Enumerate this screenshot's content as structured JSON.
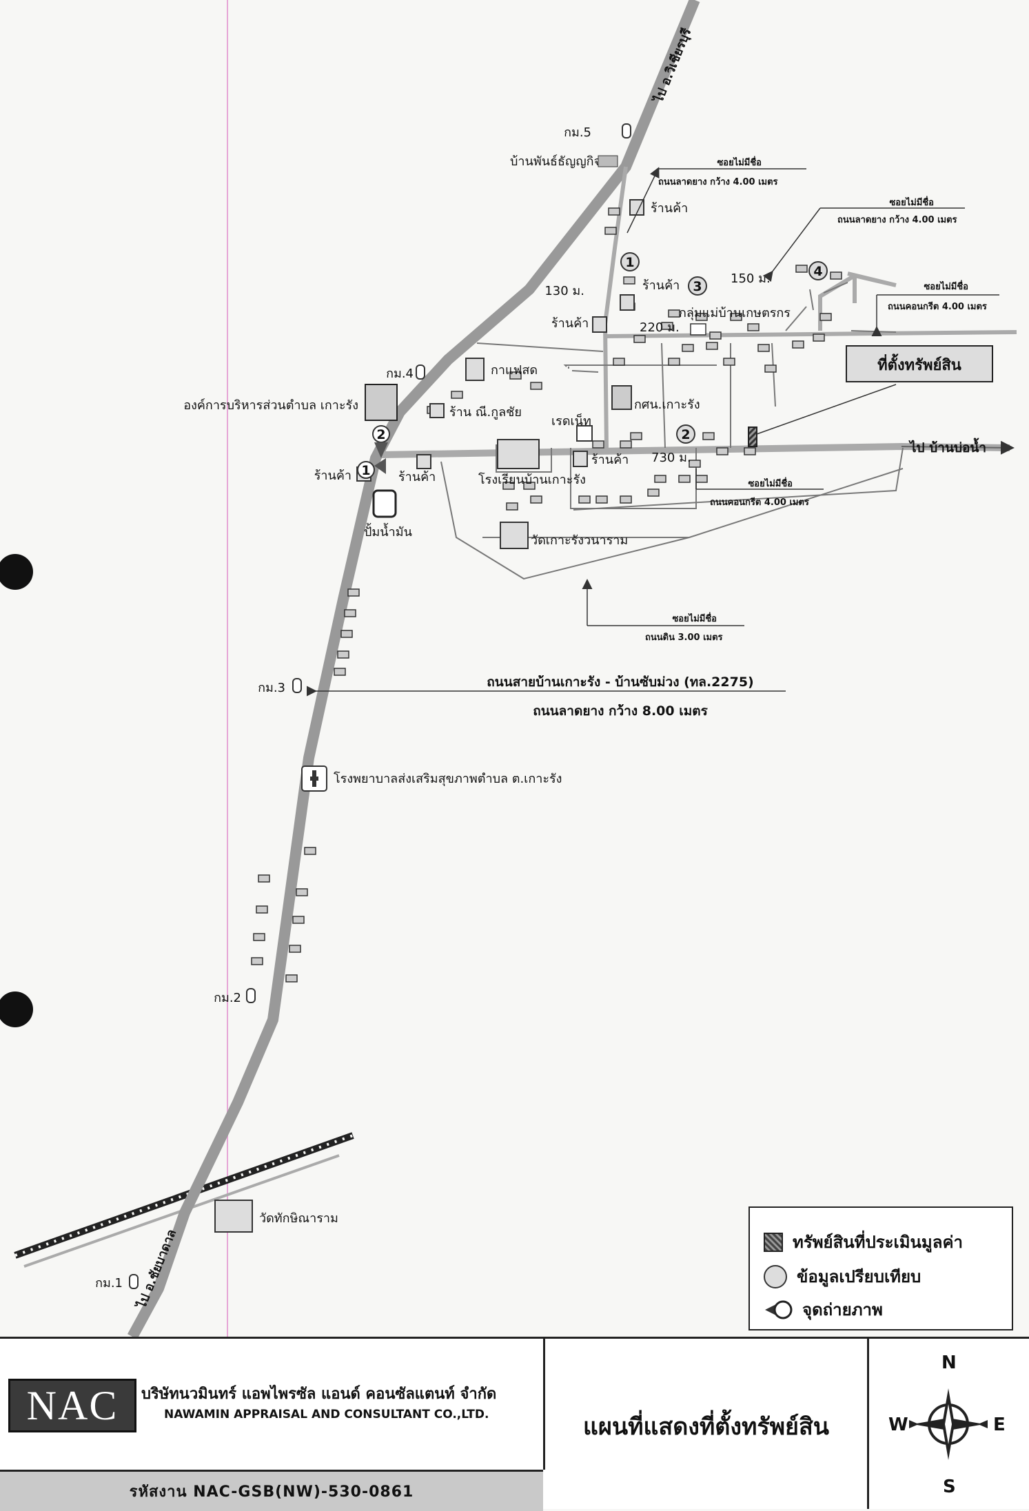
{
  "map": {
    "road_to_north": "ไป อ.วิเชียรบุรี",
    "road_to_south": "ไป อ.ชัยบาดาล",
    "road_to_east": "ไป บ้านบ่อน้ำ",
    "km_markers": [
      "กม.5",
      "กม.4",
      "กม.3",
      "กม.2",
      "กม.1"
    ],
    "places": {
      "ban_phan": "บ้านพันธ์ธัญญกิจ",
      "shop": "ร้านค้า",
      "shop_n_kunchai": "ร้าน ณี.กูลชัย",
      "coffee": "กาแฟสด",
      "tao": "องค์การบริหารส่วนตำบล เกาะรัง",
      "farm_group": "กลุ่มแม่บ้านเกษตรกร",
      "learning_center": "กศน.เกาะรัง",
      "internet": "เรดเน็ท",
      "school": "โรงเรียนบ้านเกาะรัง",
      "gas_station": "ปั้มน้ำมัน",
      "temple_korang": "วัดเกาะรังวนาราม",
      "hospital": "โรงพยาบาลส่งเสริมสุขภาพตำบล ต.เกาะรัง",
      "temple_thakkhin": "วัดทักษิณาราม",
      "property_label": "ที่ตั้งทรัพย์สิน"
    },
    "soi_notes": [
      {
        "name": "ซอยไม่มีชื่อ",
        "desc": "ถนนลาดยาง กว้าง 4.00 เมตร"
      },
      {
        "name": "ซอยไม่มีชื่อ",
        "desc": "ถนนลาดยาง กว้าง 4.00 เมตร"
      },
      {
        "name": "ซอยไม่มีชื่อ",
        "desc": "ถนนคอนกรีต 4.00 เมตร"
      },
      {
        "name": "ซอยไม่มีชื่อ",
        "desc": "ถนนคอนกรีต 4.00 เมตร"
      },
      {
        "name": "ซอยไม่มีชื่อ",
        "desc": "ถนนดิน 3.00 เมตร"
      }
    ],
    "main_road": {
      "name": "ถนนสายบ้านเกาะรัง - บ้านซับม่วง (ทล.2275)",
      "desc": "ถนนลาดยาง กว้าง 8.00 เมตร"
    },
    "distances": [
      "150 ม.",
      "130 ม.",
      "220 ม.",
      "730 ม."
    ],
    "photo_points": [
      "1",
      "2"
    ],
    "comparables": [
      "1",
      "2",
      "3",
      "4"
    ]
  },
  "legend": {
    "property": "ทรัพย์สินที่ประเมินมูลค่า",
    "comparable": "ข้อมูลเปรียบเทียบ",
    "photo_point": "จุดถ่ายภาพ"
  },
  "titleblock": {
    "logo": "NAC",
    "company_th": "บริษัทนวมินทร์ แอพไพรซัล แอนด์ คอนซัลแตนท์ จำกัด",
    "company_en": "NAWAMIN APPRAISAL AND CONSULTANT CO.,LTD.",
    "map_title": "แผนที่แสดงที่ตั้งทรัพย์สิน",
    "code": "รหัสงาน  NAC-GSB(NW)-530-0861",
    "compass": {
      "n": "N",
      "s": "S",
      "e": "E",
      "w": "W"
    }
  }
}
